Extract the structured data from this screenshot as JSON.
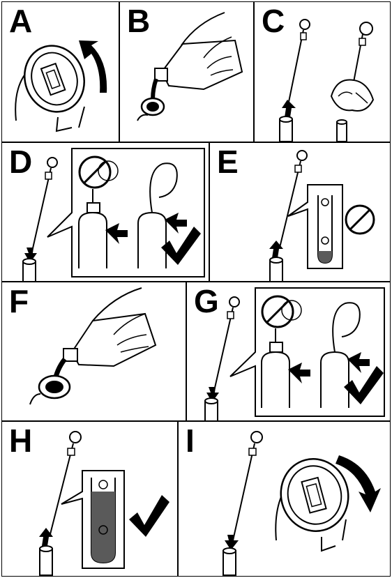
{
  "panels": [
    {
      "letter": "A",
      "description_icon": "cap-open-counterclockwise"
    },
    {
      "letter": "B",
      "description_icon": "pour-oil"
    },
    {
      "letter": "C",
      "description_icon": "dipstick-wipe"
    },
    {
      "letter": "D",
      "description_icon": "dipstick-insert-fully"
    },
    {
      "letter": "E",
      "description_icon": "check-low-level"
    },
    {
      "letter": "F",
      "description_icon": "pour-oil"
    },
    {
      "letter": "G",
      "description_icon": "dipstick-insert-fully"
    },
    {
      "letter": "H",
      "description_icon": "check-full-level"
    },
    {
      "letter": "I",
      "description_icon": "cap-close-clockwise"
    }
  ],
  "colors": {
    "stroke": "#000000",
    "oil": "#5a5a5a",
    "background": "#ffffff"
  }
}
